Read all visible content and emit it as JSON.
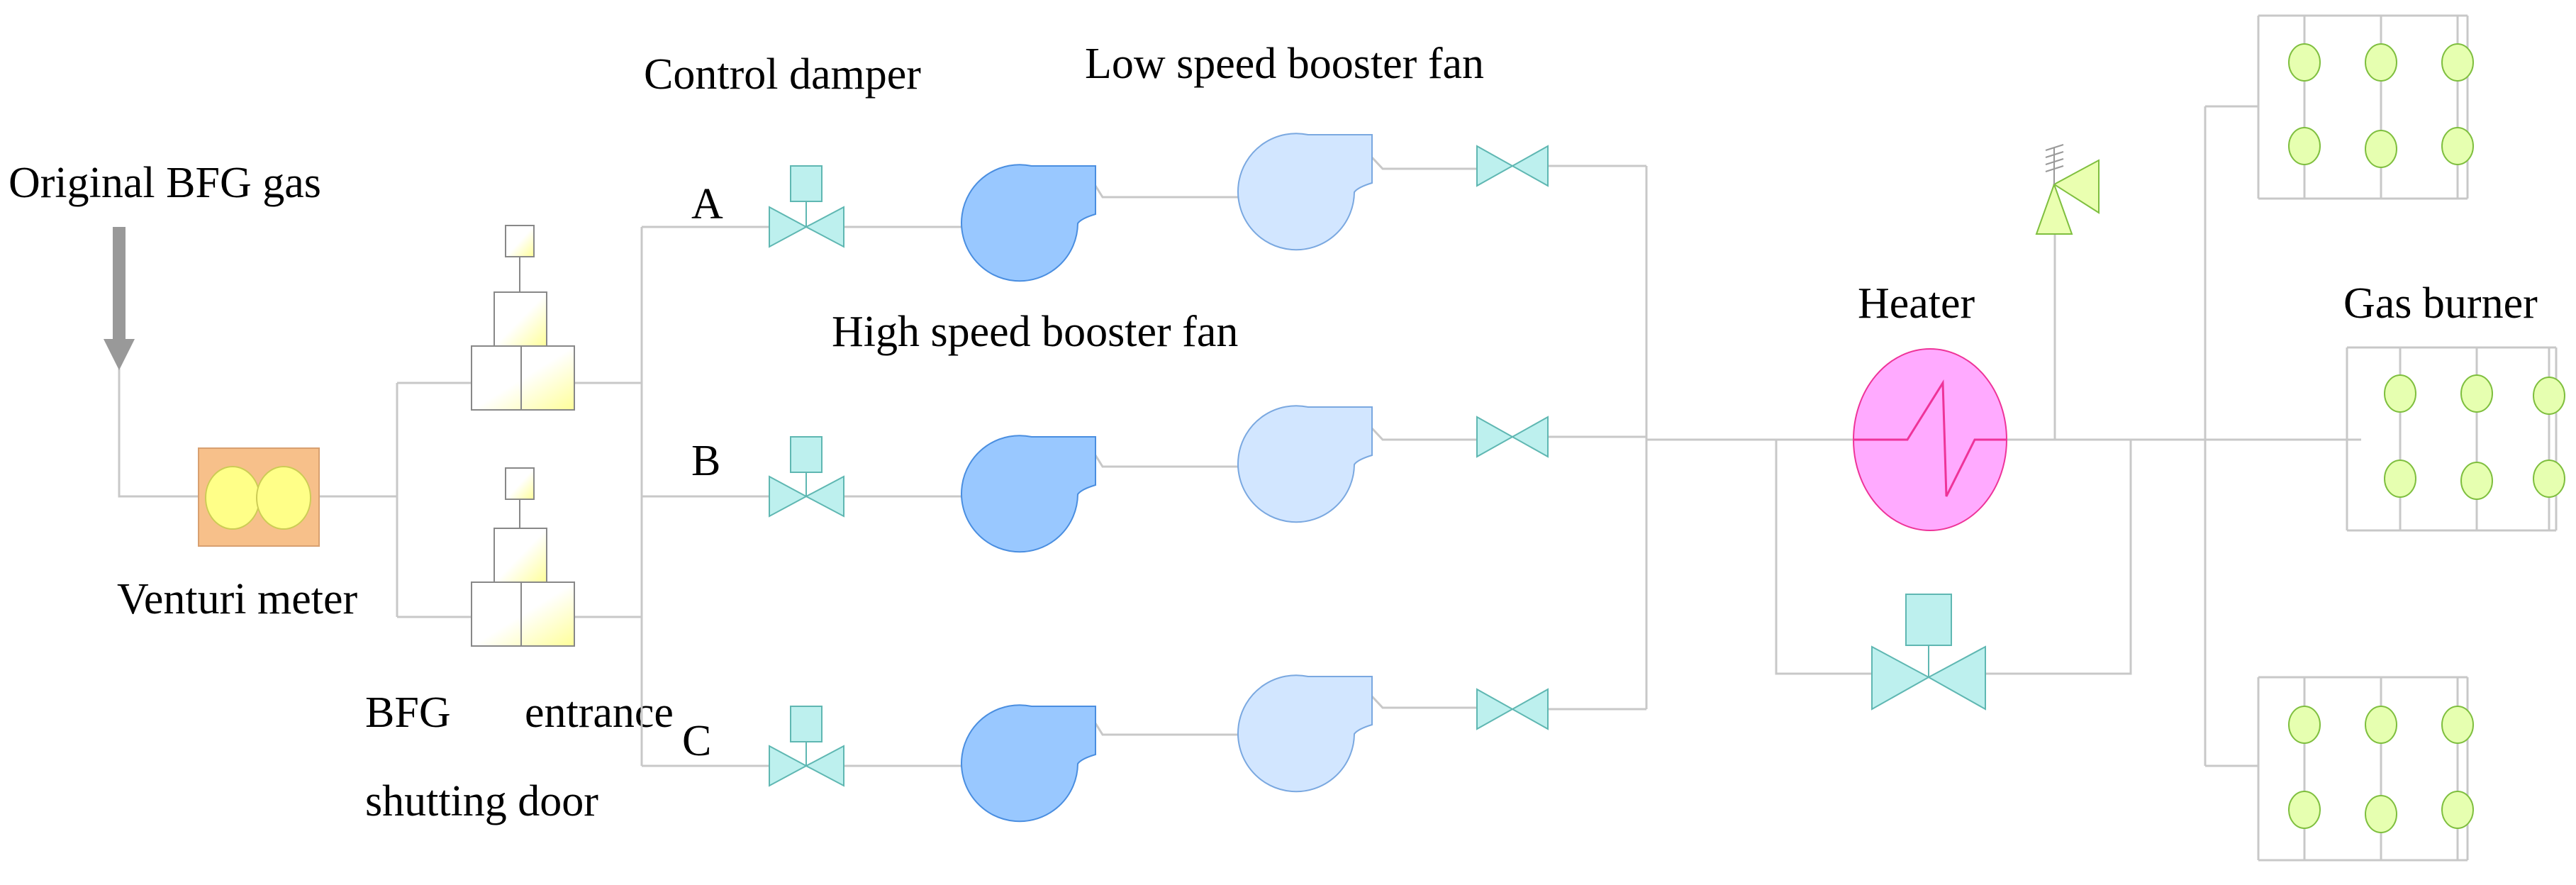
{
  "labels": {
    "original_gas": "Original BFG gas",
    "venturi": "Venturi meter",
    "shutting_door_line1_a": "BFG",
    "shutting_door_line1_b": "entrance",
    "shutting_door_line2": "shutting door",
    "control_damper": "Control damper",
    "low_speed_fan": "Low speed booster fan",
    "high_speed_fan": "High speed booster fan",
    "heater": "Heater",
    "gas_burner": "Gas burner"
  },
  "branches": [
    "A",
    "B",
    "C"
  ],
  "colors": {
    "pipe": "#c8c8c8",
    "arrow": "#999999",
    "venturi_body": "#f7c08a",
    "venturi_disc": "#ffff88",
    "door_fill": "#ffffb0",
    "valve": "#bdf0ee",
    "valve_stroke": "#5fb7b2",
    "high_fan": "#99c8ff",
    "low_fan": "#d2e6ff",
    "fan_stroke": "#4a8ee0",
    "heater_fill": "#ffaaff",
    "heater_stroke": "#ee3399",
    "burner": "#e6ffb0",
    "burner_stroke": "#7fbf3f",
    "safety_valve": "#eaffb0"
  },
  "icons": [
    "arrow-down-icon",
    "venturi-meter-icon",
    "shutting-door-icon",
    "control-damper-icon",
    "high-speed-fan-icon",
    "low-speed-fan-icon",
    "butterfly-valve-icon",
    "heater-icon",
    "bypass-valve-icon",
    "safety-valve-icon",
    "gas-burner-icon"
  ]
}
